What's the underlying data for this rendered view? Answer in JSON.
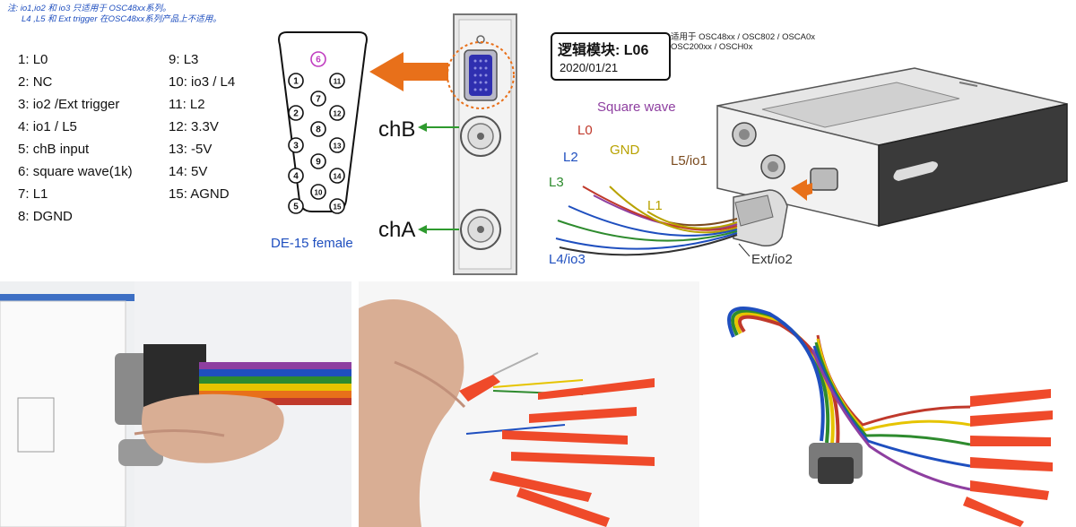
{
  "note": {
    "line1": "注: io1,io2 和 io3 只适用于 OSC48xx系列。",
    "line2": "L4 ,L5 和 Ext trigger 在OSC48xx系列产品上不适用。"
  },
  "pinout_left": [
    {
      "num": "1",
      "label": "L0"
    },
    {
      "num": "2",
      "label": "NC"
    },
    {
      "num": "3",
      "label": "io2  /Ext trigger"
    },
    {
      "num": "4",
      "label": "io1 / L5"
    },
    {
      "num": "5",
      "label": "chB input"
    },
    {
      "num": "6",
      "label": "square wave(1k)"
    },
    {
      "num": "7",
      "label": "L1"
    },
    {
      "num": "8",
      "label": "DGND"
    }
  ],
  "pinout_right": [
    {
      "num": "9",
      "label": "L3"
    },
    {
      "num": "10",
      "label": "io3 / L4"
    },
    {
      "num": "11",
      "label": "L2"
    },
    {
      "num": "12",
      "label": "3.3V"
    },
    {
      "num": "13",
      "label": "-5V"
    },
    {
      "num": "14",
      "label": "5V"
    },
    {
      "num": "15",
      "label": "AGND"
    }
  ],
  "connector": {
    "caption": "DE-15 female",
    "pins": [
      "1",
      "2",
      "3",
      "4",
      "5",
      "6",
      "7",
      "8",
      "9",
      "10",
      "11",
      "12",
      "13",
      "14",
      "15"
    ]
  },
  "channels": {
    "b": "chB",
    "a": "chA"
  },
  "module": {
    "title": "逻辑模块: L06",
    "date": "2020/01/21",
    "applies_line1": "适用于 OSC48xx / OSC802 / OSCA0x",
    "applies_line2": "OSC200xx / OSCH0x"
  },
  "wire_labels": {
    "square_wave": "Square wave",
    "l0": "L0",
    "gnd": "GND",
    "l2": "L2",
    "l5": "L5/io1",
    "l3": "L3",
    "l1": "L1",
    "l4": "L4/io3",
    "ext": "Ext/io2"
  },
  "colors": {
    "square_wave": "#8e3fa0",
    "l0": "#c0392b",
    "gnd": "#b8a200",
    "l2": "#1f4fbf",
    "l5": "#7a4a1e",
    "l3": "#2e8b2e",
    "l1": "#b8a200",
    "l4": "#1f4fbf",
    "ext": "#333333",
    "arrow": "#e8701a",
    "pin6": "#c03cc0"
  }
}
